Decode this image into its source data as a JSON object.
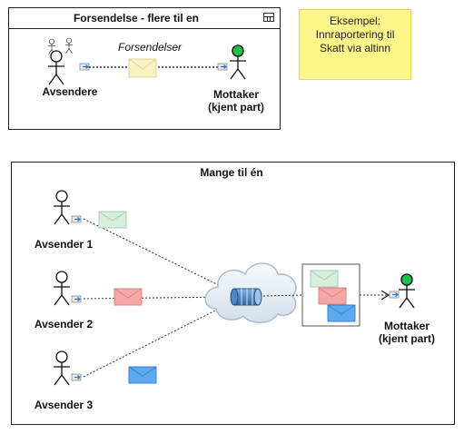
{
  "top_diagram": {
    "title": "Forsendelse - flere til en",
    "sender_label": "Avsendere",
    "receiver_label_line1": "Mottaker",
    "receiver_label_line2": "(kjent part)",
    "edge_label": "Forsendelser"
  },
  "note": {
    "line1": "Eksempel:",
    "line2": "Innraportering til",
    "line3": "Skatt via altinn"
  },
  "bottom_diagram": {
    "title": "Mange til én",
    "senders": [
      {
        "label": "Avsender 1",
        "message_color": "#d8eedd"
      },
      {
        "label": "Avsender 2",
        "message_color": "#f4a7a7"
      },
      {
        "label": "Avsender 3",
        "message_color": "#5ea8f0"
      }
    ],
    "receiver_label_line1": "Mottaker",
    "receiver_label_line2": "(kjent part)"
  },
  "colors": {
    "receiver_head": "#19c24a",
    "envelope_yellow": "#fbf2c4",
    "cloud": "#e7eef5",
    "queue": "#3a78b8",
    "note": "#fdf68a"
  },
  "icons": [
    "actor-icon",
    "envelope-icon",
    "cloud-icon",
    "queue-icon",
    "frame-icon",
    "port-icon"
  ]
}
